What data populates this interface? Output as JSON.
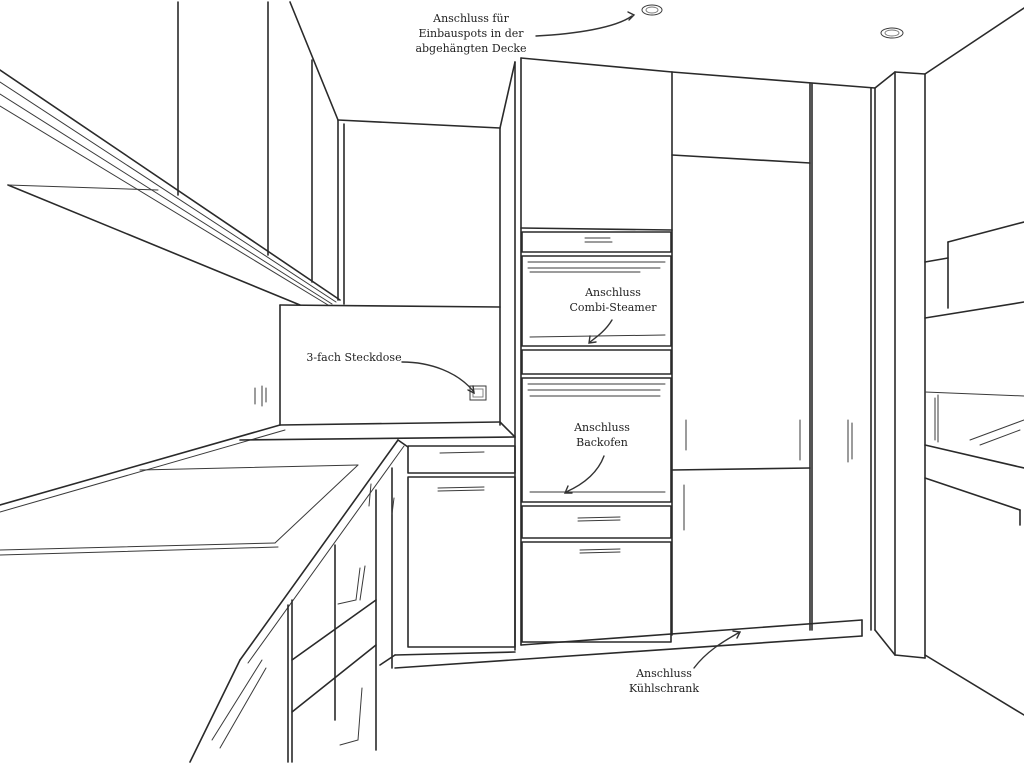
{
  "annotations": {
    "ceiling_spots": {
      "line1": "Anschluss für",
      "line2": "Einbauspots in der",
      "line3": "abgehängten Decke"
    },
    "socket": {
      "line1": "3-fach Steckdose"
    },
    "combi_steamer": {
      "line1": "Anschluss",
      "line2": "Combi-Steamer"
    },
    "oven": {
      "line1": "Anschluss",
      "line2": "Backofen"
    },
    "fridge": {
      "line1": "Anschluss",
      "line2": "Kühlschrank"
    }
  }
}
